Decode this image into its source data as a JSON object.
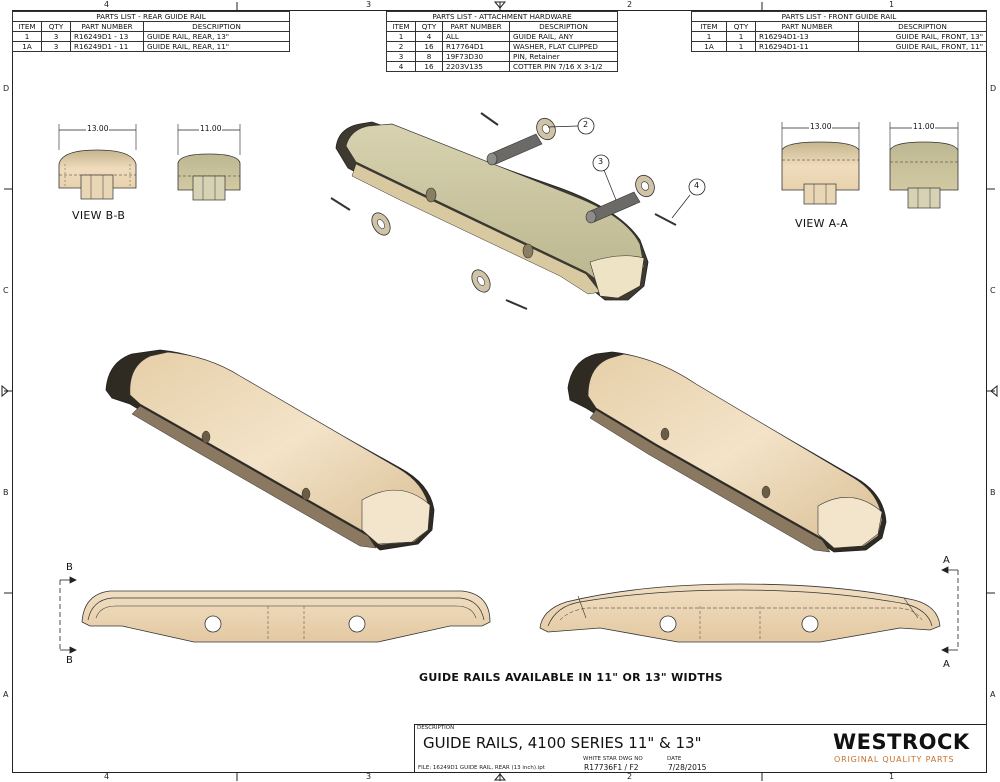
{
  "zones": {
    "top": [
      "4",
      "3",
      "2",
      "1"
    ],
    "bottom": [
      "4",
      "3",
      "2",
      "1"
    ],
    "left": [
      "D",
      "C",
      "B",
      "A"
    ],
    "right": [
      "D",
      "C",
      "B",
      "A"
    ]
  },
  "tables": {
    "rear": {
      "title": "PARTS LIST - REAR GUIDE RAIL",
      "headers": [
        "ITEM",
        "QTY",
        "PART NUMBER",
        "DESCRIPTION"
      ],
      "rows": [
        [
          "1",
          "3",
          "R16249D1 - 13",
          "GUIDE RAIL, REAR, 13\""
        ],
        [
          "1A",
          "3",
          "R16249D1 - 11",
          "GUIDE RAIL, REAR, 11\""
        ]
      ]
    },
    "hardware": {
      "title": "PARTS LIST - ATTACHMENT HARDWARE",
      "headers": [
        "ITEM",
        "QTY",
        "PART NUMBER",
        "DESCRIPTION"
      ],
      "rows": [
        [
          "1",
          "4",
          "ALL",
          "GUIDE RAIL, ANY"
        ],
        [
          "2",
          "16",
          "R17764D1",
          "WASHER, FLAT CLIPPED"
        ],
        [
          "3",
          "8",
          "19F73D30",
          "PIN, Retainer"
        ],
        [
          "4",
          "16",
          "2203V135",
          "COTTER PIN 7/16 X 3-1/2"
        ]
      ]
    },
    "front": {
      "title": "PARTS LIST - FRONT GUIDE RAIL",
      "headers": [
        "ITEM",
        "QTY",
        "PART NUMBER",
        "DESCRIPTION"
      ],
      "rows": [
        [
          "1",
          "1",
          "R16294D1-13",
          "GUIDE RAIL, FRONT, 13\""
        ],
        [
          "1A",
          "1",
          "R16294D1-11",
          "GUIDE RAIL, FRONT, 11\""
        ]
      ]
    }
  },
  "views": {
    "view_b": "VIEW B-B",
    "view_a": "VIEW A-A",
    "dim_13": "13.00",
    "dim_11": "11.00",
    "sec_b": "B",
    "sec_a": "A"
  },
  "balloons": [
    "2",
    "3",
    "4"
  ],
  "note": "GUIDE RAILS AVAILABLE IN 11\" OR 13\" WIDTHS",
  "title_block": {
    "desc_label": "DESCRIPTION",
    "title": "GUIDE RAILS, 4100 SERIES 11\" & 13\"",
    "file": "FILE: 16249D1 GUIDE RAIL, REAR (13 inch).ipt",
    "dwg_label": "WHITE STAR DWG NO",
    "dwg_no": "R17736F1 / F2",
    "date_label": "DATE",
    "date": "7/28/2015",
    "brand": "WESTROCK",
    "tagline": "ORIGINAL QUALITY PARTS"
  },
  "colors": {
    "rail_light": "#f0dcc0",
    "rail_mid": "#d9c39f",
    "rail_dark": "#5a5040",
    "rail_olive": "#c9c39a",
    "accent_orange": "#c8702a"
  }
}
